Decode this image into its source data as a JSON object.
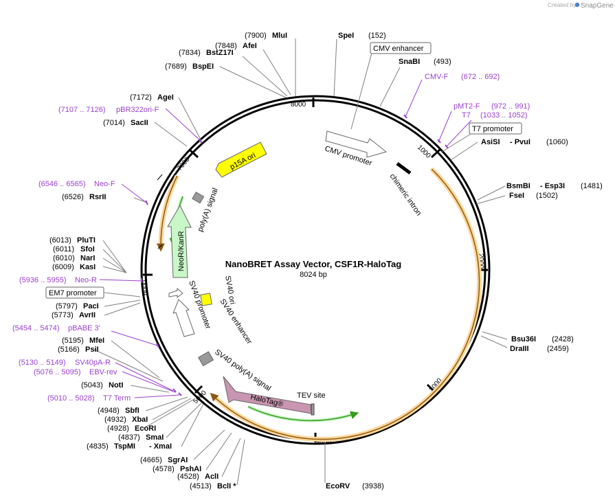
{
  "brand": {
    "prefix": "Created by",
    "name": "SnapGene"
  },
  "map": {
    "title": "NanoBRET Assay Vector, CSF1R-HaloTag",
    "length_label": "8024 bp"
  },
  "ticks": [
    "1000",
    "2000",
    "3000",
    "4000",
    "5000",
    "6000",
    "7000",
    "8000"
  ],
  "sites": [
    {
      "pos": "(7900)",
      "name": "MluI"
    },
    {
      "pos": "(7848)",
      "name": "AfeI"
    },
    {
      "pos": "(7834)",
      "name": "BstZ17I"
    },
    {
      "pos": "(7689)",
      "name": "BspEI"
    },
    {
      "pos": "(7172)",
      "name": "AgeI"
    },
    {
      "pos": "(7014)",
      "name": "SacII"
    },
    {
      "pos": "(6526)",
      "name": "RsrII"
    },
    {
      "pos": "(6013)",
      "name": "PluTI"
    },
    {
      "pos": "(6011)",
      "name": "SfoI"
    },
    {
      "pos": "(6010)",
      "name": "NarI"
    },
    {
      "pos": "(6009)",
      "name": "KasI"
    },
    {
      "pos": "(5797)",
      "name": "PacI"
    },
    {
      "pos": "(5773)",
      "name": "AvrII"
    },
    {
      "pos": "(5195)",
      "name": "MfeI"
    },
    {
      "pos": "(5166)",
      "name": "PsiI"
    },
    {
      "pos": "(5043)",
      "name": "NotI"
    },
    {
      "pos": "(4948)",
      "name": "SbfI"
    },
    {
      "pos": "(4932)",
      "name": "XbaI"
    },
    {
      "pos": "(4928)",
      "name": "EcoRI"
    },
    {
      "pos": "(4837)",
      "name": "SmaI"
    },
    {
      "pos": "(4835)",
      "name": "TspMI",
      "name2": "- XmaI"
    },
    {
      "pos": "(4665)",
      "name": "SgrAI"
    },
    {
      "pos": "(4578)",
      "name": "PshAI"
    },
    {
      "pos": "(4528)",
      "name": "AclI"
    },
    {
      "pos": "(4513)",
      "name": "BclI *"
    },
    {
      "pos": "(152)",
      "name": "SpeI"
    },
    {
      "pos": "(493)",
      "name": "SnaBI"
    },
    {
      "pos": "(1060)",
      "name": "AsiSI",
      "name2": "- PvuI"
    },
    {
      "pos": "(1481)",
      "name": "BsmBI",
      "name2": "- Esp3I"
    },
    {
      "pos": "(1502)",
      "name": "FseI"
    },
    {
      "pos": "(2428)",
      "name": "Bsu36I"
    },
    {
      "pos": "(2459)",
      "name": "DraIII"
    },
    {
      "pos": "(3938)",
      "name": "EcoRV"
    }
  ],
  "primers": [
    {
      "range": "(7107 .. 7126)",
      "name": "pBR322ori-F"
    },
    {
      "range": "(6546 .. 6565)",
      "name": "Neo-F"
    },
    {
      "range": "(5936 .. 5955)",
      "name": "Neo-R"
    },
    {
      "range": "(5454 .. 5474)",
      "name": "pBABE 3'"
    },
    {
      "range": "(5130 .. 5149)",
      "name": "SV40pA-R"
    },
    {
      "range": "(5076 .. 5095)",
      "name": "EBV-rev"
    },
    {
      "range": "(5010 .. 5028)",
      "name": "T7 Term"
    },
    {
      "range": "(672 .. 692)",
      "name": "CMV-F"
    },
    {
      "range": "(972 .. 991)",
      "name": "pMT2-F"
    },
    {
      "range": "(1033 .. 1052)",
      "name": "T7"
    }
  ],
  "boxed_features": {
    "cmv_enhancer": "CMV enhancer",
    "t7_promoter": "T7 promoter",
    "em7_promoter": "EM7 promoter"
  },
  "features": {
    "p15a_ori": "p15A ori",
    "poly_a_signal": "poly(A) signal",
    "neor_kanr": "NeoR/KanR",
    "sv40_promoter": "SV40 promoter",
    "sv40_ori": "SV40 ori",
    "sv40_enhancer": "SV40 enhancer",
    "sv40_poly_a": "SV40 poly(A) signal",
    "halotag": "HaloTag®",
    "tev_site": "TEV site",
    "cmv_promoter": "CMV promoter",
    "chimeric_intron": "chimeric intron"
  },
  "colors": {
    "backbone": "#000000",
    "p15a_ori": "#ffff00",
    "neor": "#c8f7c8",
    "halotag": "#c896b0",
    "sv40_ori": "#ffff00",
    "polyA": "#999999",
    "orf": "#ffb84d",
    "orf_inner": "#5aa832",
    "primer": "#9a3fd0",
    "promoter": "#ffffff"
  }
}
